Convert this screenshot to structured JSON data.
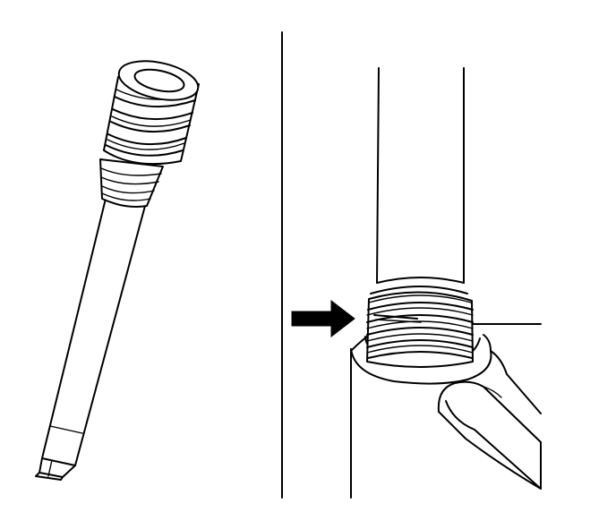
{
  "figure": {
    "panels": [
      {
        "id": "left",
        "subject": "threaded-tool"
      },
      {
        "id": "right",
        "subject": "threaded-shaft-in-housing"
      }
    ],
    "indicators": [
      {
        "type": "arrow",
        "color": "#000000",
        "points_to": "thread-start"
      }
    ],
    "colors": {
      "ink": "#000000",
      "paper": "#ffffff"
    }
  }
}
